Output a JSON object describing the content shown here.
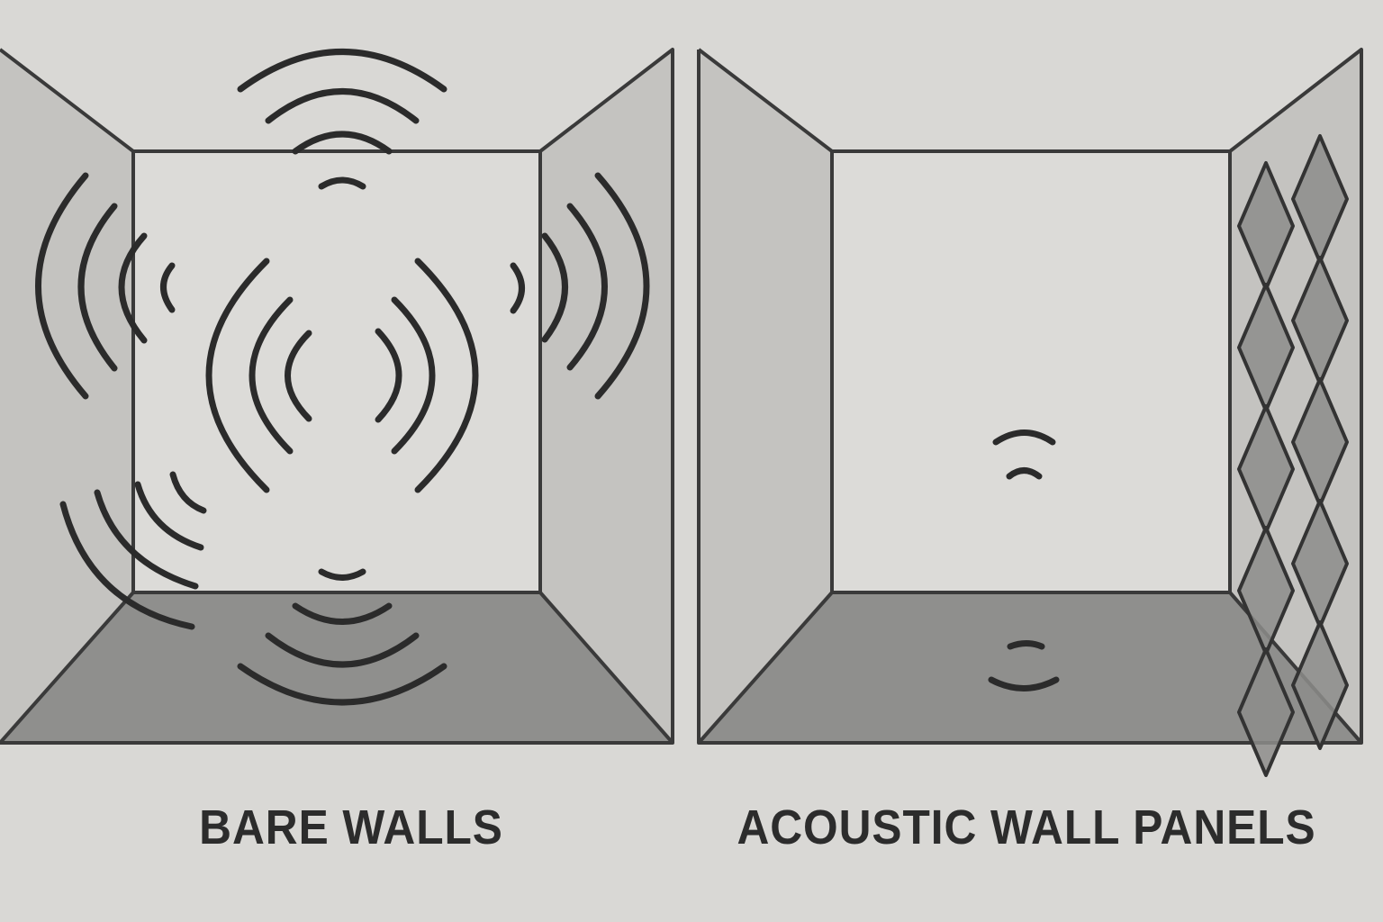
{
  "diagram": {
    "left_room": {
      "label": "BARE WALLS",
      "state": "reflective",
      "sound_waves": "many"
    },
    "right_room": {
      "label": "ACOUSTIC WALL PANELS",
      "state": "absorbed",
      "sound_waves": "few",
      "panel_shape": "diamond",
      "panel_count": 10
    }
  },
  "colors": {
    "background": "#d9d8d5",
    "side_wall": "#c4c3c0",
    "back_wall": "#dcdbd8",
    "floor": "#8f8f8d",
    "panel": "#8d8d8b",
    "outline": "#3a3a3a",
    "wave": "#2b2b2b"
  }
}
